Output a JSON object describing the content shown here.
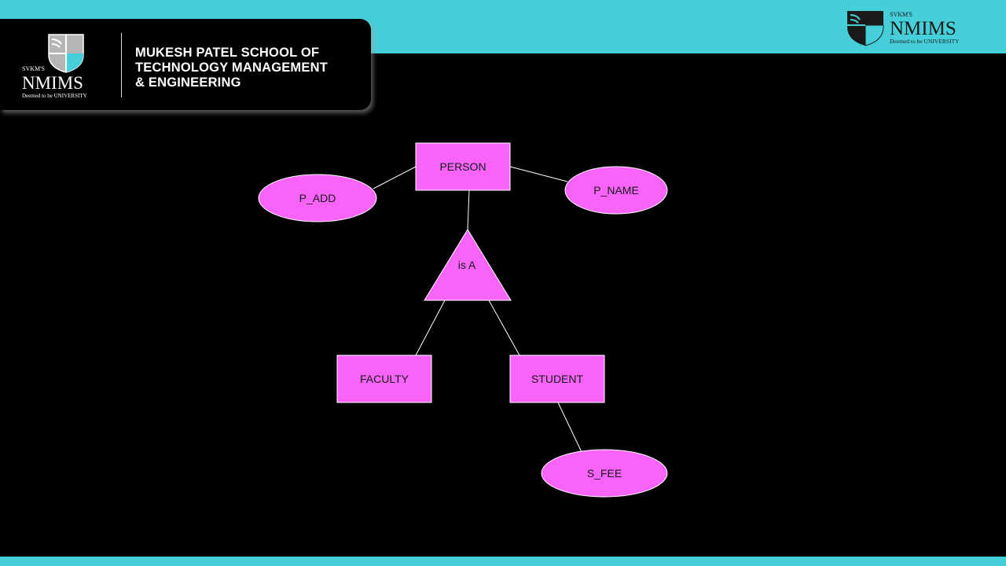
{
  "header": {
    "school_name_lines": [
      "MUKESH PATEL SCHOOL OF",
      "TECHNOLOGY MANAGEMENT",
      "& ENGINEERING"
    ],
    "logo_left": {
      "prefix": "SVKM'S",
      "name": "NMIMS",
      "tagline": "Deemed to be UNIVERSITY"
    },
    "logo_right": {
      "prefix": "SVKM'S",
      "name": "NMIMS",
      "tagline": "Deemed to be UNIVERSITY"
    }
  },
  "colors": {
    "band": "#46cfd9",
    "background": "#000000",
    "shape_fill": "#f864f8",
    "line": "#ffffff"
  },
  "diagram": {
    "entities": {
      "person": "PERSON",
      "faculty": "FACULTY",
      "student": "STUDENT"
    },
    "attributes": {
      "p_add": "P_ADD",
      "p_name": "P_NAME",
      "s_fee": "S_FEE"
    },
    "isa": "is A"
  }
}
